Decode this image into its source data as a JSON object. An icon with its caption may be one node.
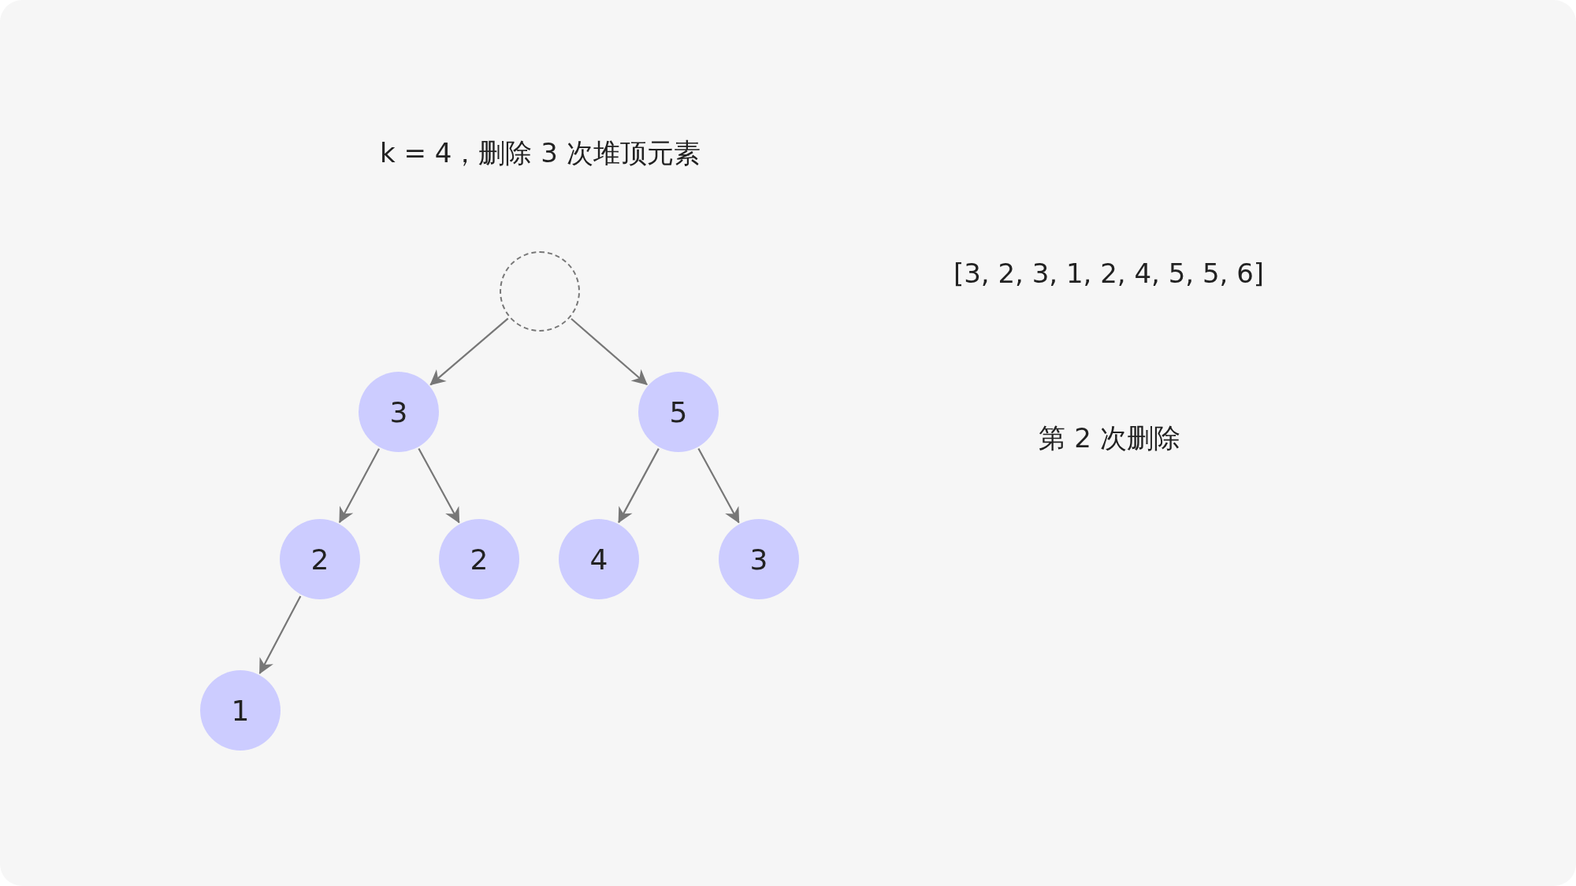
{
  "diagram": {
    "title": "k = 4，删除 3 次堆顶元素",
    "nodes": [
      {
        "text": [],
        "shape": "circle"
      },
      {
        "text": [
          "3"
        ]
      },
      {
        "text": [
          "5"
        ]
      },
      {
        "text": [
          "2"
        ]
      },
      {
        "text": [
          "2"
        ]
      },
      {
        "text": [
          "4"
        ]
      },
      {
        "text": [
          "3"
        ]
      },
      {
        "text": [
          "1"
        ]
      }
    ],
    "edges": [
      {
        "from": 0,
        "to": 1,
        "arrow": "to"
      },
      {
        "from": 0,
        "to": 2,
        "arrow": "to"
      },
      {
        "from": 1,
        "to": 3,
        "arrow": "to"
      },
      {
        "from": 1,
        "to": 4,
        "arrow": "to"
      },
      {
        "from": 2,
        "to": 5,
        "arrow": "to"
      },
      {
        "from": 2,
        "to": 6,
        "arrow": "to"
      },
      {
        "from": 3,
        "to": 7,
        "arrow": "to"
      }
    ],
    "labels": [
      "[3, 2, 3, 1, 2, 4, 5, 5, 6]",
      "第 2 次删除"
    ]
  }
}
